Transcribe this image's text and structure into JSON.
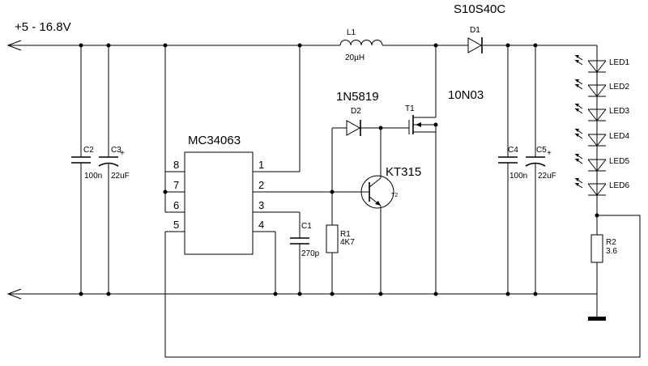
{
  "supply": "+5 - 16.8V",
  "ic": {
    "name": "MC34063",
    "pins": [
      "1",
      "2",
      "3",
      "4",
      "5",
      "6",
      "7",
      "8"
    ]
  },
  "inductor": {
    "ref": "L1",
    "value": "20µH"
  },
  "diode1": {
    "ref": "D1",
    "part": "S10S40C"
  },
  "diode2": {
    "ref": "D2",
    "part": "1N5819"
  },
  "mosfet": {
    "ref": "T1",
    "part": "10N03"
  },
  "transistor": {
    "ref": "T2",
    "part": "KT315"
  },
  "c1": {
    "ref": "C1",
    "value": "270p"
  },
  "c2": {
    "ref": "C2",
    "value": "100n"
  },
  "c3": {
    "ref": "C3",
    "value": "22uF",
    "pol": "+"
  },
  "c4": {
    "ref": "C4",
    "value": "100n"
  },
  "c5": {
    "ref": "C5",
    "value": "22uF",
    "pol": "+"
  },
  "r1": {
    "ref": "R1",
    "value": "4K7"
  },
  "r2": {
    "ref": "R2",
    "value": "3.6"
  },
  "leds": [
    "LED1",
    "LED2",
    "LED3",
    "LED4",
    "LED5",
    "LED6"
  ]
}
